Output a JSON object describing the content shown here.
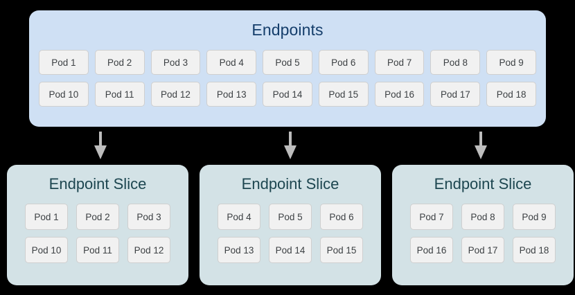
{
  "diagram": {
    "background_color": "#000000",
    "endpoints": {
      "title": "Endpoints",
      "card_color": "#cfe0f4",
      "title_color": "#153e6b",
      "rows": [
        [
          "Pod 1",
          "Pod 2",
          "Pod 3",
          "Pod 4",
          "Pod 5",
          "Pod 6",
          "Pod 7",
          "Pod 8",
          "Pod 9"
        ],
        [
          "Pod 10",
          "Pod 11",
          "Pod 12",
          "Pod 13",
          "Pod 14",
          "Pod 15",
          "Pod 16",
          "Pod 17",
          "Pod 18"
        ]
      ]
    },
    "arrows": {
      "color": "#bdbdbd",
      "count": 3,
      "direction": "down"
    },
    "slices": [
      {
        "title": "Endpoint Slice",
        "card_color": "#d3e2e6",
        "title_color": "#1d4650",
        "rows": [
          [
            "Pod 1",
            "Pod 2",
            "Pod 3"
          ],
          [
            "Pod 10",
            "Pod 11",
            "Pod 12"
          ]
        ]
      },
      {
        "title": "Endpoint Slice",
        "card_color": "#d3e2e6",
        "title_color": "#1d4650",
        "rows": [
          [
            "Pod 4",
            "Pod 5",
            "Pod 6"
          ],
          [
            "Pod 13",
            "Pod 14",
            "Pod 15"
          ]
        ]
      },
      {
        "title": "Endpoint Slice",
        "card_color": "#d3e2e6",
        "title_color": "#1d4650",
        "rows": [
          [
            "Pod 7",
            "Pod 8",
            "Pod 9"
          ],
          [
            "Pod 16",
            "Pod 17",
            "Pod 18"
          ]
        ]
      }
    ],
    "pod_box": {
      "fill": "#f1f1f1",
      "border": "#cfcfcf",
      "text_color": "#3c4043"
    }
  }
}
